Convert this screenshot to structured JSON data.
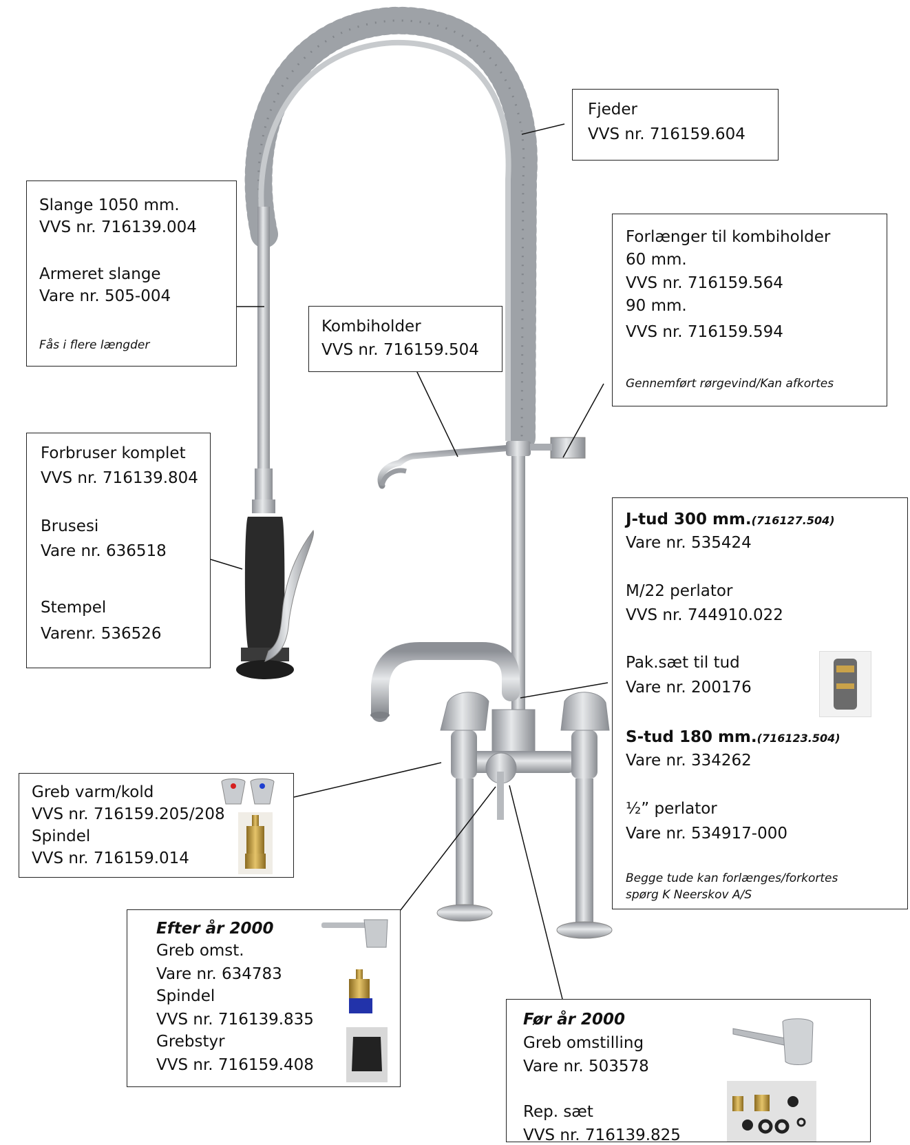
{
  "fjeder": {
    "name": "Fjeder",
    "nr": "VVS nr. 716159.604"
  },
  "slange": {
    "name": "Slange 1050 mm.",
    "nr": "VVS nr. 716139.004",
    "armeret": "Armeret slange",
    "armeret_nr": "Vare nr. 505-004",
    "note": "Fås i flere længder"
  },
  "forlaenger": {
    "name": "Forlænger til kombiholder",
    "size1": "60 mm.",
    "nr1": "VVS nr. 716159.564",
    "size2": "90 mm.",
    "nr2": "VVS nr. 716159.594",
    "note": "Gennemført rørgevind/Kan afkortes"
  },
  "kombiholder": {
    "name": "Kombiholder",
    "nr": "VVS nr. 716159.504"
  },
  "forbruser": {
    "name": "Forbruser komplet",
    "nr": "VVS nr. 716139.804",
    "brusesi": "Brusesi",
    "brusesi_nr": "Vare nr. 636518",
    "stempel": "Stempel",
    "stempel_nr": "Varenr. 536526"
  },
  "tud": {
    "jtud": "J-tud 300 mm.",
    "jtud_code": "(716127.504)",
    "jtud_nr": "Vare nr. 535424",
    "perlator": "M/22 perlator",
    "perlator_nr": "VVS nr. 744910.022",
    "pak": "Pak.sæt til tud",
    "pak_nr": "Vare nr. 200176",
    "stud": "S-tud 180 mm.",
    "stud_code": "(716123.504)",
    "stud_nr": "Vare nr. 334262",
    "half": "½” perlator",
    "half_nr": "Vare nr. 534917-000",
    "note1": "Begge tude kan forlænges/forkortes",
    "note2": "spørg K Neerskov A/S"
  },
  "greb": {
    "name": "Greb varm/kold",
    "nr": "VVS nr. 716159.205/208",
    "spindel": "Spindel",
    "spindel_nr": "VVS nr. 716159.014"
  },
  "efter": {
    "title": "Efter år 2000",
    "greb": "Greb omst.",
    "greb_nr": "Vare nr. 634783",
    "spindel": "Spindel",
    "spindel_nr": "VVS nr. 716139.835",
    "grebstyr": "Grebstyr",
    "grebstyr_nr": "VVS nr. 716159.408"
  },
  "foer": {
    "title": "Før år 2000",
    "greb": "Greb omstilling",
    "greb_nr": "Vare nr. 503578",
    "rep": "Rep. sæt",
    "rep_nr": "VVS nr. 716139.825"
  },
  "colors": {
    "steel": "#b9bcc0",
    "steel_dark": "#8a8d92",
    "handle": "#2a2a2a",
    "hot": "#d62020",
    "cold": "#1f3fd0",
    "brass": "#c9a24a"
  }
}
